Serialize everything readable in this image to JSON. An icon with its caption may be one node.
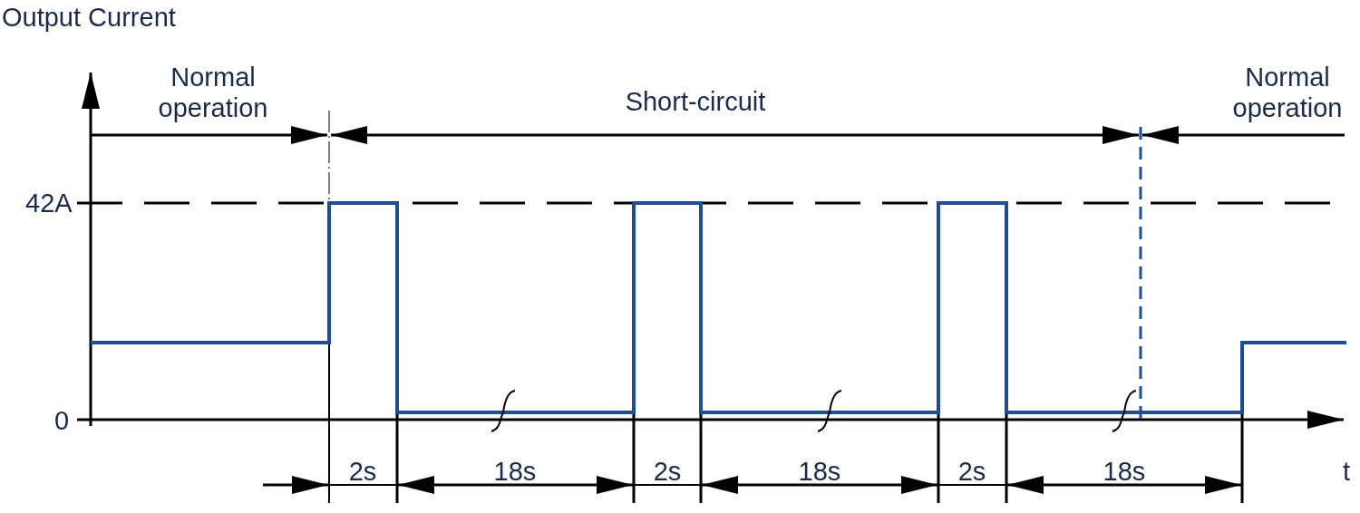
{
  "diagram": {
    "labels": [
      "Output Current",
      "Normal operation",
      "Short-circuit",
      "Normal operation",
      "42A",
      "0",
      "2s",
      "18s",
      "2s",
      "18s",
      "2s",
      "18s",
      "t"
    ]
  }
}
